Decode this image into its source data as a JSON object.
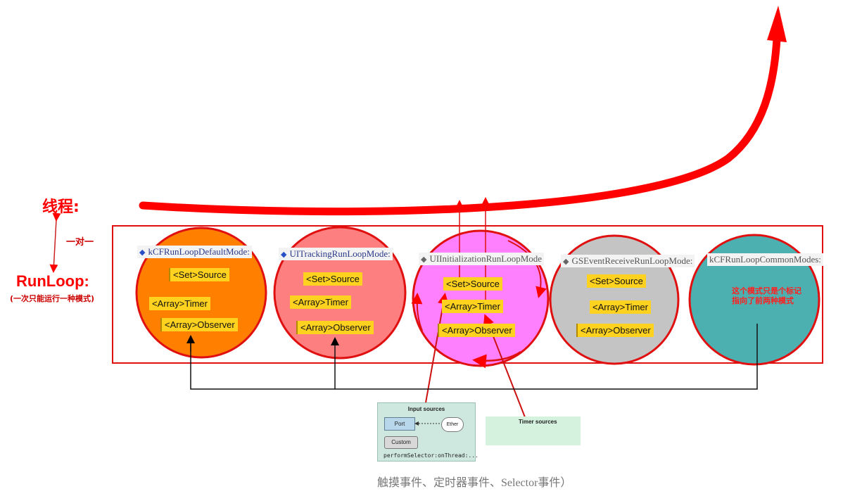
{
  "labels": {
    "thread": "线程:",
    "one_to_one": "一对一",
    "runloop": "RunLoop:",
    "runloop_note": "(一次只能运行一种模式)"
  },
  "modes": [
    {
      "name": "kCFRunLoopDefaultMode:",
      "items": [
        "<Set>Source",
        "<Array>Timer",
        "<Array>Observer"
      ],
      "fill_color": "#ff7f00"
    },
    {
      "name": "UITrackingRunLoopMode:",
      "items": [
        "<Set>Source",
        "<Array>Timer",
        "<Array>Observer"
      ],
      "fill_color": "#fd7f7f"
    },
    {
      "name": "UIInitializationRunLoopMode",
      "items": [
        "<Set>Source",
        "<Array>Timer",
        "<Array>Observer"
      ],
      "fill_color": "#ff80ff"
    },
    {
      "name": "GSEventReceiveRunLoopMode:",
      "items": [
        "<Set>Source",
        "<Array>Timer",
        "<Array>Observer"
      ],
      "fill_color": "#c4c4c4"
    },
    {
      "name": "kCFRunLoopCommonModes:",
      "note": "这个模式只是个标记指向了前两种模式",
      "fill_color": "#4db0b0"
    }
  ],
  "input_sources": {
    "title": "Input sources",
    "port": "Port",
    "ether": "Ether",
    "custom": "Custom",
    "perform_selector": "performSelector:onThread:..."
  },
  "timer_sources": {
    "title": "Timer sources"
  },
  "caption": "触摸事件、定时器事件、Selector事件）",
  "colors": {
    "accent_red": "#ff0000",
    "chip_yellow": "#ffd21f",
    "mode_text_blue": "#2a3a8a"
  }
}
